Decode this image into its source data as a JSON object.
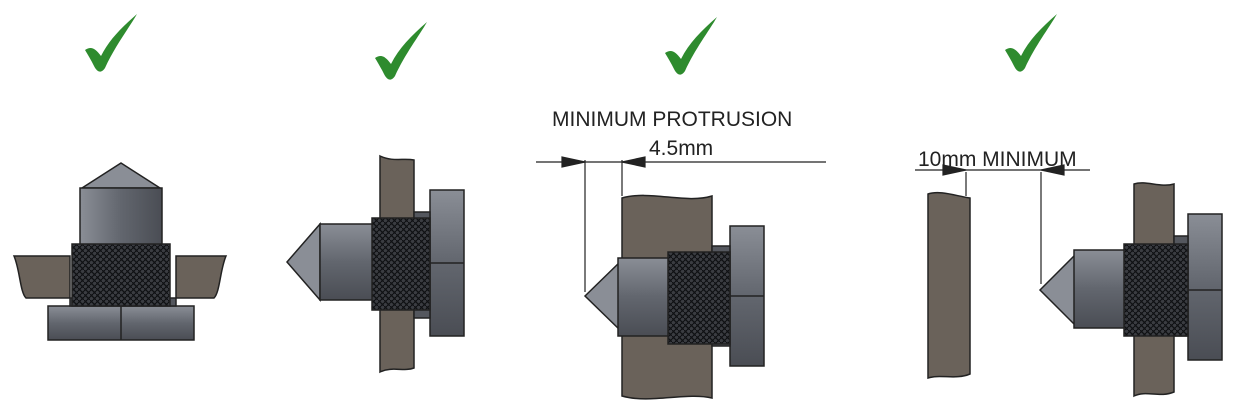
{
  "colors": {
    "check": "#2e8b2e",
    "steel": "#6f737c",
    "steel_dark": "#34363b",
    "plate": "#6a625a",
    "thread": "#2a2c30"
  },
  "icons": [
    "check-icon",
    "check-icon",
    "check-icon",
    "check-icon"
  ],
  "annotations": {
    "min_protrusion_label": "MINIMUM PROTRUSION",
    "min_protrusion_value": "4.5mm",
    "clearance_label": "10mm MINIMUM"
  }
}
